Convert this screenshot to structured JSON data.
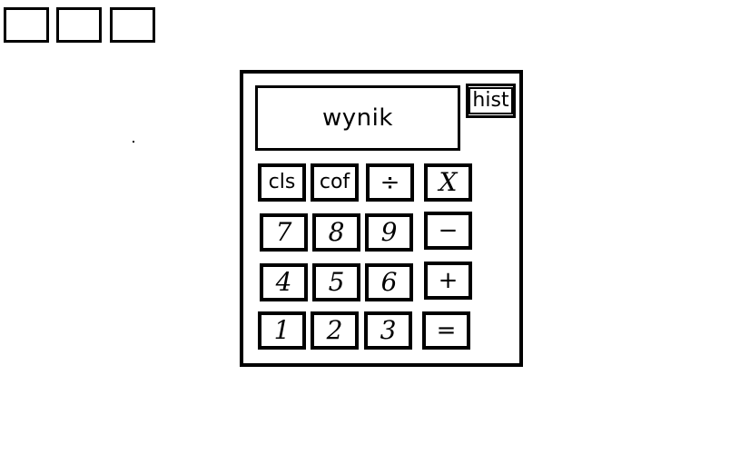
{
  "top_boxes": [
    "",
    "",
    ""
  ],
  "calculator": {
    "display_text": "wynik",
    "hist_label": "hist",
    "keys": {
      "cls": "cls",
      "cof": "cof",
      "divide": "÷",
      "multiply": "X",
      "seven": "7",
      "eight": "8",
      "nine": "9",
      "minus": "−",
      "four": "4",
      "five": "5",
      "six": "6",
      "plus": "+",
      "one": "1",
      "two": "2",
      "three": "3",
      "equals": "="
    }
  }
}
